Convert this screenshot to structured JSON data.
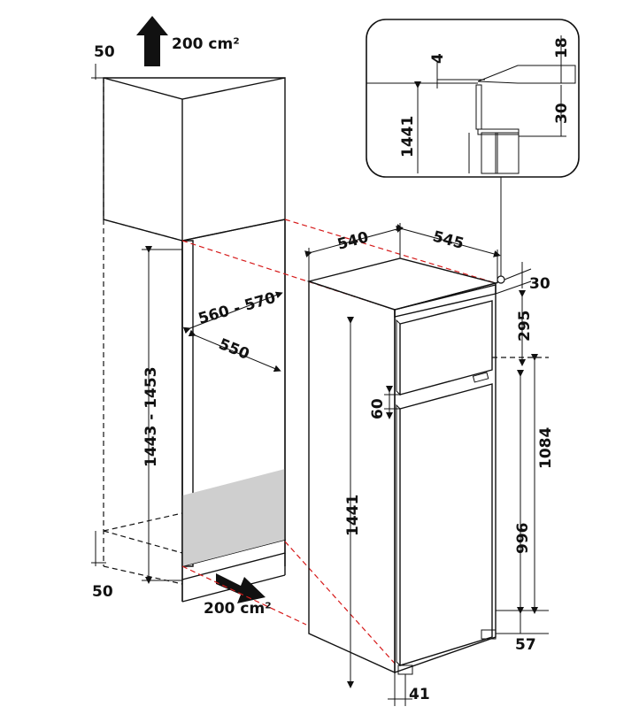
{
  "colors": {
    "guide": "#d61a1a",
    "ink": "#111111",
    "niche_fill": "#d9d9d9"
  },
  "icons": {
    "vent_top": "up-arrow-icon",
    "vent_bottom": "diagonal-arrow-icon"
  },
  "cabinet": {
    "top_gap": "50",
    "top_vent": "200 cm²",
    "bottom_gap": "50",
    "bottom_vent": "200 cm²",
    "niche_height": "1443 - 1453",
    "niche_width": "560 - 570",
    "niche_depth": "550"
  },
  "appliance": {
    "width": "540",
    "depth": "545",
    "top_offset": "30",
    "freezer_door": "295",
    "door_gap": "60",
    "fridge_total": "1084",
    "fridge_door": "996",
    "height": "1441",
    "plinth": "57",
    "foot_depth": "41"
  },
  "detail": {
    "gap_small": "4",
    "gap_top": "18",
    "height": "1441",
    "offset": "30"
  }
}
